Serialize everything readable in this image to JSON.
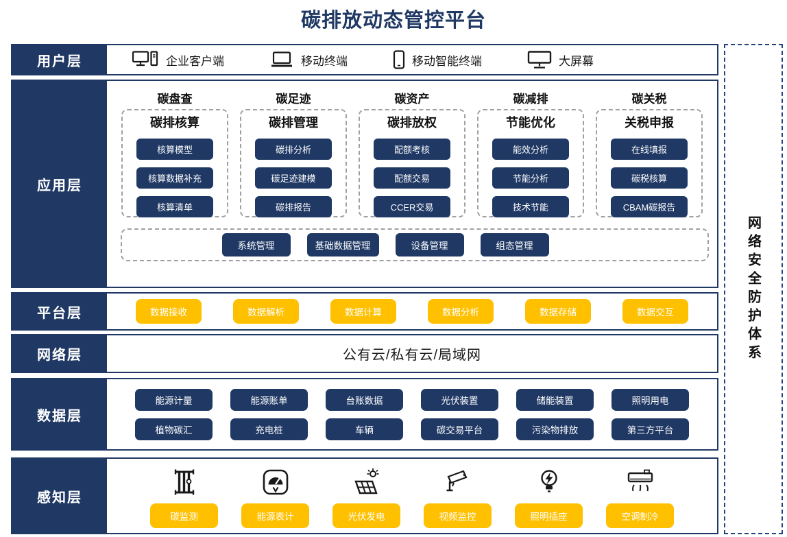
{
  "title": "碳排放动态管控平台",
  "security_panel": {
    "label": "网络安全防护体系"
  },
  "colors": {
    "navy": "#1F3864",
    "yellow": "#FFC000",
    "dash_gray": "#A0A0A0"
  },
  "layers": {
    "user": {
      "label": "用户层",
      "items": [
        {
          "icon": "desktop-pc-icon",
          "label": "企业客户端"
        },
        {
          "icon": "laptop-icon",
          "label": "移动终端"
        },
        {
          "icon": "smartphone-icon",
          "label": "移动智能终端"
        },
        {
          "icon": "big-screen-icon",
          "label": "大屏幕"
        }
      ]
    },
    "application": {
      "label": "应用层",
      "columns": [
        {
          "header": "碳盘查",
          "subheader": "碳排核算",
          "items": [
            "核算模型",
            "核算数据补充",
            "核算清单"
          ]
        },
        {
          "header": "碳足迹",
          "subheader": "碳排管理",
          "items": [
            "碳排分析",
            "碳足迹建模",
            "碳排报告"
          ]
        },
        {
          "header": "碳资产",
          "subheader": "碳排放权",
          "items": [
            "配额考核",
            "配额交易",
            "CCER交易"
          ]
        },
        {
          "header": "碳减排",
          "subheader": "节能优化",
          "items": [
            "能效分析",
            "节能分析",
            "技术节能"
          ]
        },
        {
          "header": "碳关税",
          "subheader": "关税申报",
          "items": [
            "在线填报",
            "碳税核算",
            "CBAM碳报告"
          ]
        }
      ],
      "management_items": [
        "系统管理",
        "基础数据管理",
        "设备管理",
        "组态管理"
      ]
    },
    "platform": {
      "label": "平台层",
      "items": [
        "数据接收",
        "数据解析",
        "数据计算",
        "数据分析",
        "数据存储",
        "数据交互"
      ]
    },
    "network": {
      "label": "网络层",
      "content": "公有云/私有云/局域网"
    },
    "data": {
      "label": "数据层",
      "rows": [
        [
          "能源计量",
          "能源账单",
          "台账数据",
          "光伏装置",
          "储能装置",
          "照明用电"
        ],
        [
          "植物碳汇",
          "充电桩",
          "车辆",
          "碳交易平台",
          "污染物排放",
          "第三方平台"
        ]
      ]
    },
    "perception": {
      "label": "感知层",
      "items": [
        {
          "icon": "carbon-monitor-icon",
          "label": "碳监测"
        },
        {
          "icon": "energy-meter-icon",
          "label": "能源表计"
        },
        {
          "icon": "solar-power-icon",
          "label": "光伏发电"
        },
        {
          "icon": "cctv-camera-icon",
          "label": "视频监控"
        },
        {
          "icon": "light-bulb-socket-icon",
          "label": "照明插座"
        },
        {
          "icon": "air-conditioner-icon",
          "label": "空调制冷"
        }
      ]
    }
  }
}
